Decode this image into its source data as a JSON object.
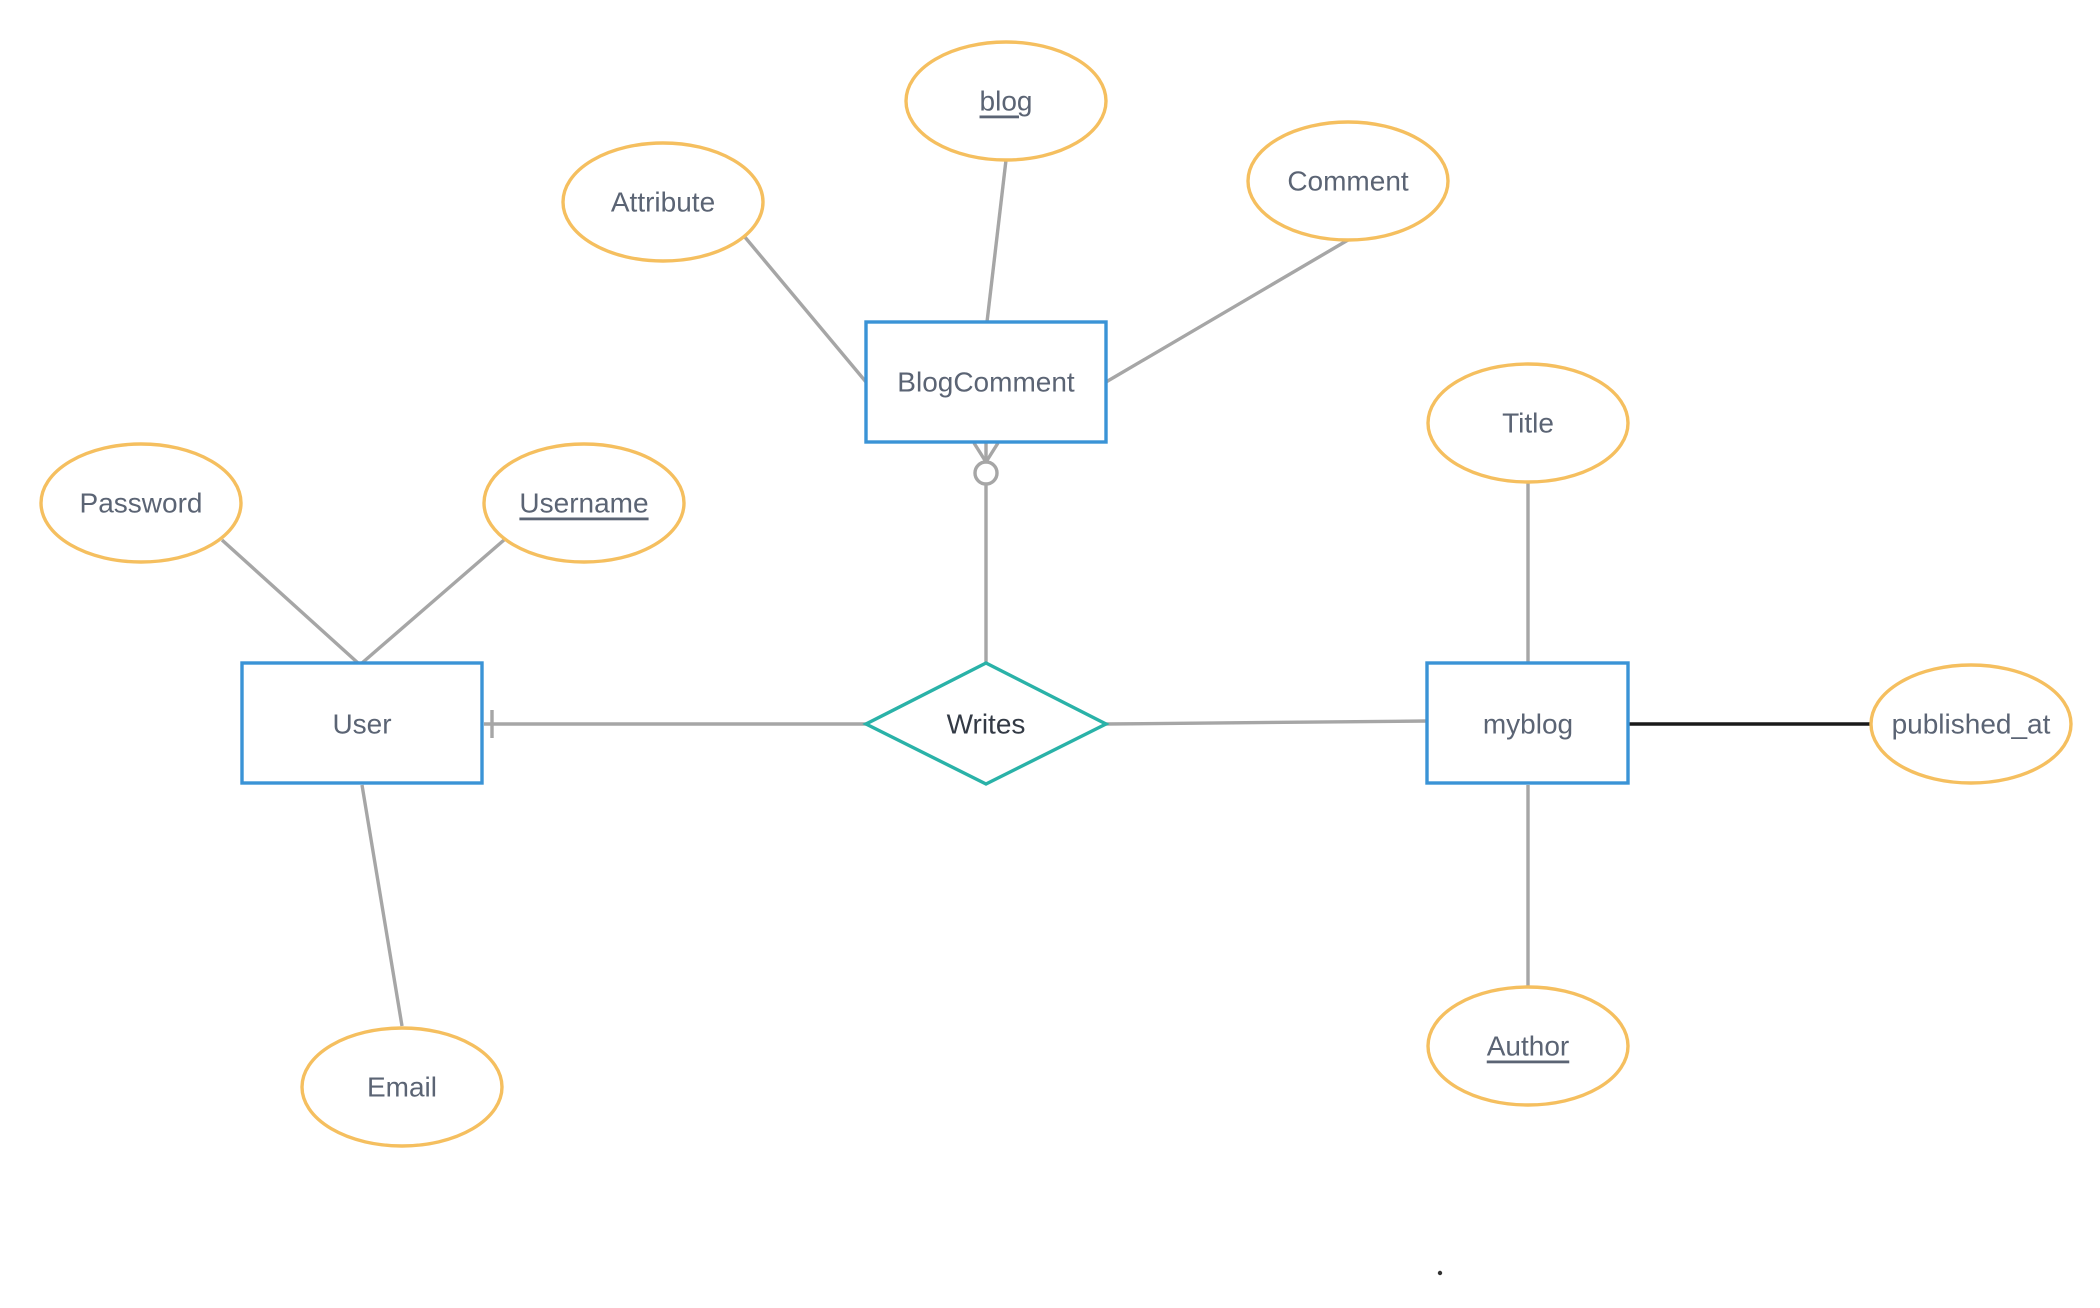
{
  "entities": {
    "blogcomment": "BlogComment",
    "user": "User",
    "myblog": "myblog"
  },
  "relationship": {
    "writes": "Writes"
  },
  "attributes": {
    "blog": "blog",
    "attribute": "Attribute",
    "comment": "Comment",
    "password": "Password",
    "username": "Username",
    "email": "Email",
    "title": "Title",
    "published_at": "published_at",
    "author": "Author"
  },
  "key_attributes": [
    "blog",
    "Username",
    "Author"
  ],
  "colors": {
    "entity_border": "#3a93d6",
    "relationship_border": "#2ab2a8",
    "attribute_border": "#f5bf5f",
    "connector": "#a6a6a6",
    "text": "#5b6474"
  },
  "icons": {
    "crow_foot": "zero-or-many-crow-foot",
    "one_bar": "one-bar"
  }
}
